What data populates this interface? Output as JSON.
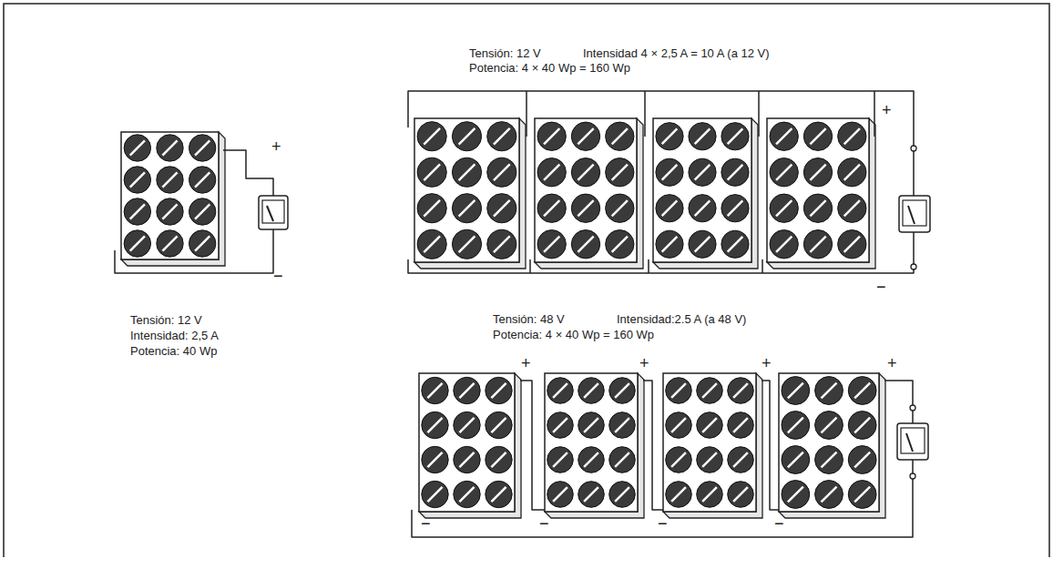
{
  "diagram": {
    "labels": [
      "+",
      "−",
      "Tensión: 12 V",
      "Intensidad: 2,5 A",
      "Potencia: 40 Wp",
      "Tensión: 12 V",
      "Intensidad 4 × 2,5 A = 10 A (a 12 V)",
      "Potencia: 4 × 40 Wp = 160 Wp",
      "+",
      "−",
      "Tensión: 48 V",
      "Intensidad:2.5 A (a 48 V)",
      "Potencia: 4 × 40 Wp = 160 Wp",
      "+",
      "+",
      "+",
      "+",
      "−",
      "−",
      "−",
      "−"
    ]
  }
}
